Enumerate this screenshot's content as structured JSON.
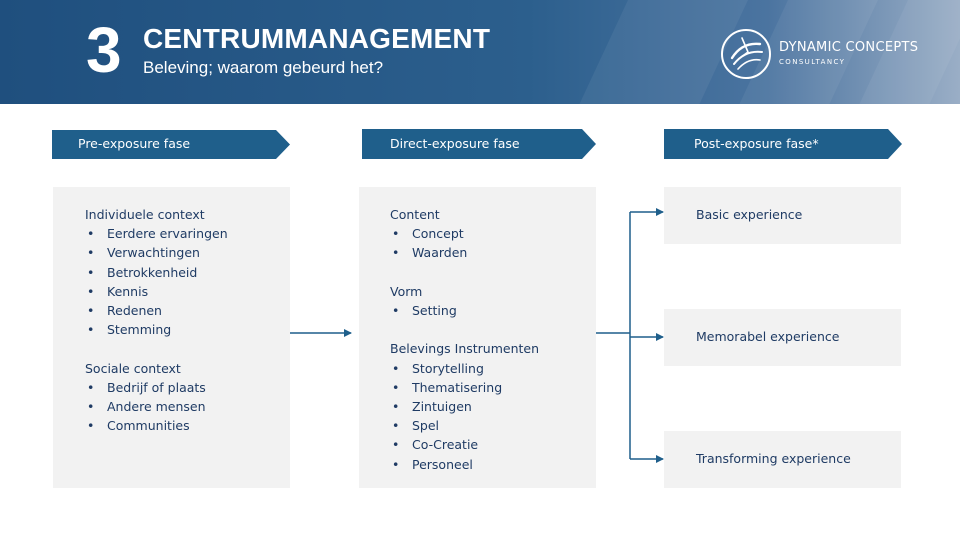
{
  "header": {
    "number": "3",
    "title": "CENTRUMMANAGEMENT",
    "subtitle": "Beleving; waarom gebeurd het?",
    "logo_name": "DYNAMIC CONCEPTS",
    "logo_tagline": "CONSULTANCY"
  },
  "phases": {
    "pre": "Pre-exposure fase",
    "direct": "Direct-exposure fase",
    "post": "Post-exposure fase*"
  },
  "pre_box": {
    "individual_heading": "Individuele context",
    "individual_items": [
      "Eerdere ervaringen",
      "Verwachtingen",
      "Betrokkenheid",
      "Kennis",
      "Redenen",
      "Stemming"
    ],
    "social_heading": "Sociale context",
    "social_items": [
      "Bedrijf of plaats",
      "Andere mensen",
      "Communities"
    ]
  },
  "direct_box": {
    "content_heading": "Content",
    "content_items": [
      "Concept",
      "Waarden"
    ],
    "vorm_heading": "Vorm",
    "vorm_items": [
      "Setting"
    ],
    "instr_heading": "Belevings Instrumenten",
    "instr_items": [
      "Storytelling",
      "Thematisering",
      "Zintuigen",
      "Spel",
      "Co-Creatie",
      "Personeel"
    ]
  },
  "post_boxes": [
    "Basic experience",
    "Memorabel experience",
    "Transforming experience"
  ],
  "colors": {
    "header": "#2c5f8d",
    "phase": "#1f5f8b",
    "box": "#f2f2f2",
    "text": "#1f3b64",
    "connector": "#1f5f8b"
  }
}
